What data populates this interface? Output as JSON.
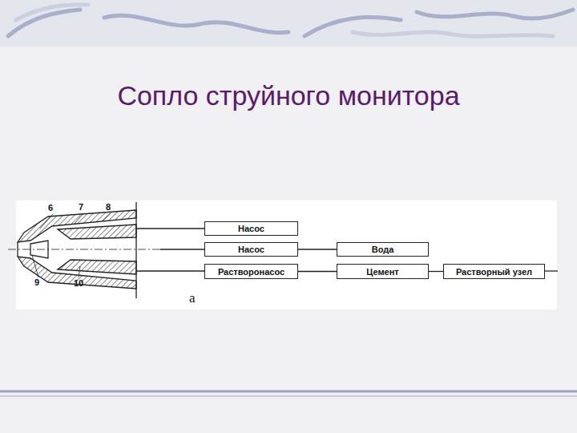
{
  "diagram": {
    "title": "Сопло струйного монитора",
    "nodes": [
      {
        "text": [
          "Насос"
        ]
      },
      {
        "text": [
          "Насос"
        ]
      },
      {
        "text": [
          "Вода"
        ]
      },
      {
        "text": [
          "Растворонасос"
        ]
      },
      {
        "text": [
          "Цемент"
        ]
      },
      {
        "text": [
          "Растворный узел"
        ]
      }
    ],
    "edges": [
      {
        "from": 1,
        "to": 2,
        "arrow": "none"
      },
      {
        "from": 3,
        "to": 4,
        "arrow": "none"
      },
      {
        "from": 4,
        "to": 5,
        "arrow": "none"
      }
    ],
    "labels": [
      "6",
      "7",
      "8",
      "9",
      "10",
      "а"
    ]
  }
}
